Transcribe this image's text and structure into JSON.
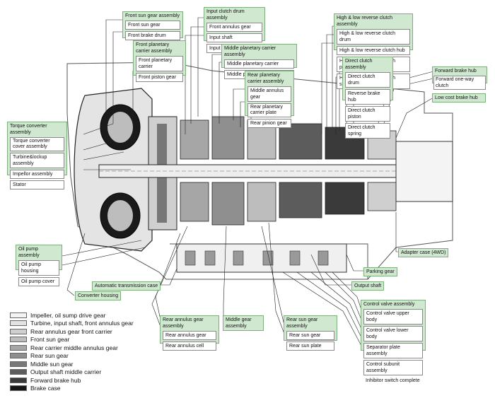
{
  "callouts": {
    "torque_converter": {
      "title": "Torque converter assembly",
      "items": [
        "Torque converter cover assembly",
        "Turbine&lockup assembly",
        "Impellor assembly",
        "Stator"
      ]
    },
    "front_sun_gear": {
      "title": "Front sun gear assembly",
      "items": [
        "Front sun gear",
        "Front brake drum"
      ]
    },
    "front_planetary": {
      "title": "Front planetary carrier assembly",
      "items": [
        "Front planetary carrier",
        "Front piston gear"
      ]
    },
    "input_clutch_drum": {
      "title": "Input clutch drum assembly",
      "items": [
        "Front annulus gear",
        "Input shaft",
        "Input clutch drum"
      ]
    },
    "middle_planetary": {
      "title": "Middle planetary carrier assembly",
      "items": [
        "Middle planetary carrier",
        "Middle pinion gear"
      ]
    },
    "rear_planetary": {
      "title": "Rear planetary carrier assembly",
      "items": [
        "Middle annulus gear",
        "Rear planetary carrier plate",
        "Rear pinion gear"
      ]
    },
    "high_low_reverse": {
      "title": "High & low reverse clutch assembly",
      "items": [
        "High & low reverse clutch drum",
        "High & low reverse clutch hub",
        "High & low reverse clutch piston",
        "High & low reverse clutch spring"
      ]
    },
    "direct_clutch": {
      "title": "Direct clutch assembly",
      "items": [
        "Direct clutch drum",
        "Reverse brake hub",
        "Direct clutch piston",
        "Direct clutch spring"
      ]
    },
    "forward_brake_hub": {
      "title": "Forward brake hub",
      "items": [
        "Forward one-way clutch"
      ]
    },
    "oil_pump": {
      "title": "Oil pump assembly",
      "items": [
        "Oil pump housing",
        "Oil pump cover"
      ]
    },
    "rear_annulus": {
      "title": "Rear annulus gear assembly",
      "items": [
        "Rear annulus gear assembly",
        "Rear annulus cell"
      ]
    },
    "rear_sun_gear": {
      "title": "Rear sun gear assembly",
      "items": [
        "Rear sun gear",
        "Rear sun plate"
      ]
    },
    "control_valve": {
      "title": "Control valve assembly",
      "items": [
        "Control valve upper body",
        "Control valve lower body",
        "Separator plate assembly",
        "Control subunit assembly",
        "Inhibitor switch complete"
      ]
    }
  },
  "labels": {
    "low_coast_brake_hub": "Low cost brake hub",
    "adapter_case": "Adapter case (4WD)",
    "parking_gear": "Parking gear",
    "output_shaft": "Output shaft",
    "auto_trans_case": "Automatic transmission case",
    "converter_housing": "Converter housing",
    "middle_gear": "Middle gear assembly"
  },
  "legend": [
    {
      "label": "Impeller, oil sump drive gear",
      "color": "#f4f4f4"
    },
    {
      "label": "Turbine, input shaft, front annulus gear",
      "color": "#e2e2e2"
    },
    {
      "label": "Rear annulus gear front carrier",
      "color": "#cfcfcf"
    },
    {
      "label": "Front sun gear",
      "color": "#bdbdbd"
    },
    {
      "label": "Rear carrier middle annulus gear",
      "color": "#a6a6a6"
    },
    {
      "label": "Rear sun gear",
      "color": "#8f8f8f"
    },
    {
      "label": "Middle sun gear",
      "color": "#777777"
    },
    {
      "label": "Output shaft middle carrier",
      "color": "#5c5c5c"
    },
    {
      "label": "Forward brake hub",
      "color": "#3a3a3a"
    },
    {
      "label": "Brake case",
      "color": "#161616"
    }
  ]
}
